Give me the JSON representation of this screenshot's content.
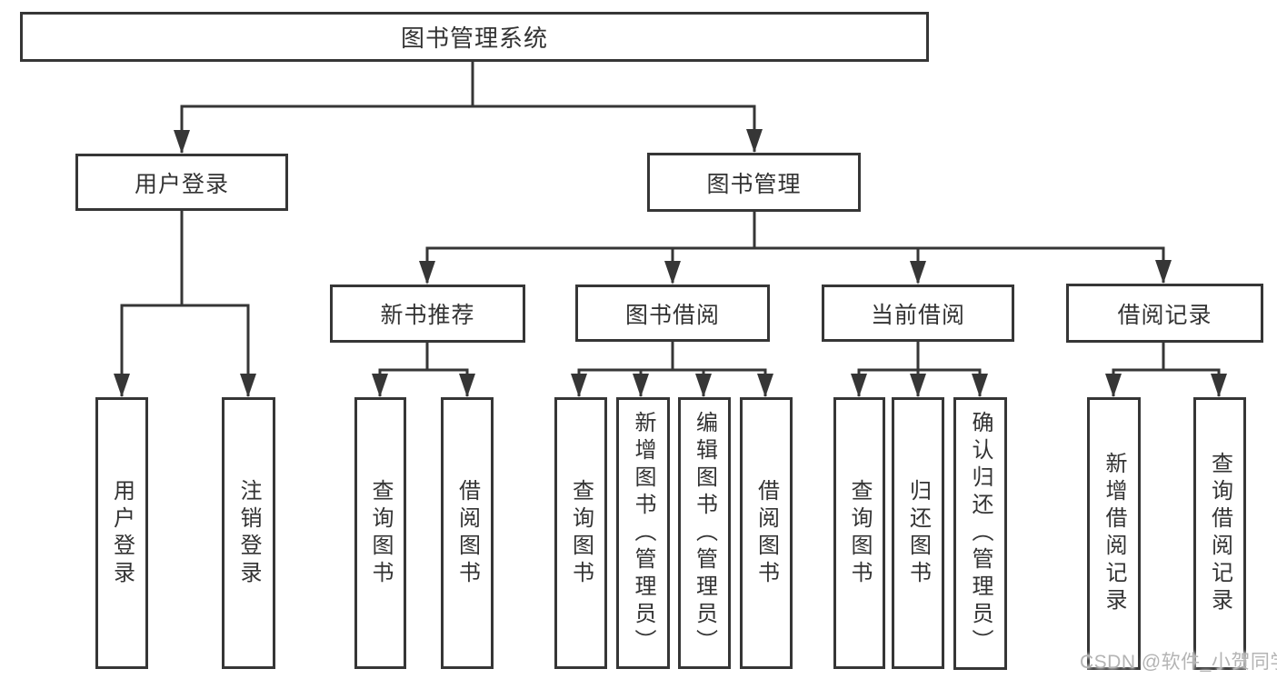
{
  "diagram": {
    "type": "hierarchy",
    "title": "图书管理系统",
    "tree": {
      "label": "图书管理系统",
      "children": [
        {
          "label": "用户登录",
          "children": [
            {
              "label": "用户登录"
            },
            {
              "label": "注销登录"
            }
          ]
        },
        {
          "label": "图书管理",
          "children": [
            {
              "label": "新书推荐",
              "children": [
                {
                  "label": "查询图书"
                },
                {
                  "label": "借阅图书"
                }
              ]
            },
            {
              "label": "图书借阅",
              "children": [
                {
                  "label": "查询图书"
                },
                {
                  "label": "新增图书（管理员）"
                },
                {
                  "label": "编辑图书（管理员）"
                },
                {
                  "label": "借阅图书"
                }
              ]
            },
            {
              "label": "当前借阅",
              "children": [
                {
                  "label": "查询图书"
                },
                {
                  "label": "归还图书"
                },
                {
                  "label": "确认归还（管理员）"
                }
              ]
            },
            {
              "label": "借阅记录",
              "children": [
                {
                  "label": "新增借阅记录"
                },
                {
                  "label": "查询借阅记录"
                }
              ]
            }
          ]
        }
      ]
    },
    "colors": {
      "line": "#363636",
      "box_border": "#363636",
      "text": "#333333",
      "background": "#ffffff",
      "watermark": "#b4b4b4"
    }
  },
  "watermark": {
    "text": "CSDN @软件_小贺同学"
  }
}
